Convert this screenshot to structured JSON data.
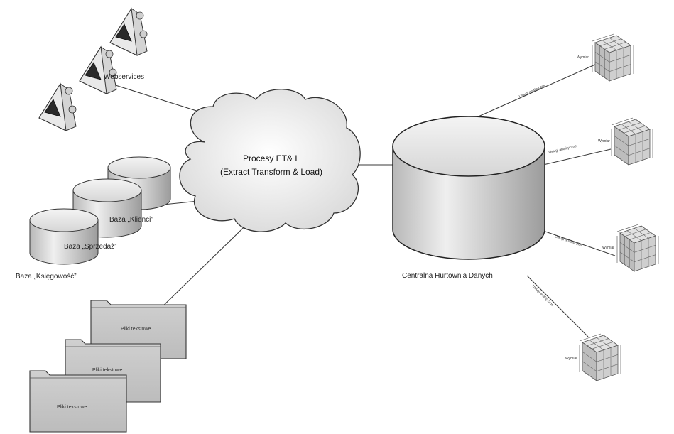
{
  "cloud": {
    "line1": "Procesy ET& L",
    "line2": "(Extract Transform & Load)"
  },
  "warehouse": {
    "label": "Centralna Hurtownia Danych"
  },
  "webservices": {
    "label": "Webservices"
  },
  "databases": [
    {
      "label": "Baza „Klienci”"
    },
    {
      "label": "Baza „Sprzedaż”"
    },
    {
      "label": "Baza „Księgowość”"
    }
  ],
  "files": [
    {
      "label": "Pliki tekstowe"
    },
    {
      "label": "Pliki tekstowe"
    },
    {
      "label": "Pliki tekstowe"
    }
  ],
  "links": [
    {
      "label": "Usługi analityczne"
    },
    {
      "label": "Usługi analityczne"
    },
    {
      "label": "Usługi analityczne"
    },
    {
      "label": "Usługi analityczne"
    }
  ],
  "cube_axis": {
    "label": "Wymiar"
  },
  "colors": {
    "line": "#3a3a3a",
    "shape_fill": "#d9d9d9",
    "folder_fill": "#c8c8c8",
    "cube_fill": "#c7c7c7"
  }
}
